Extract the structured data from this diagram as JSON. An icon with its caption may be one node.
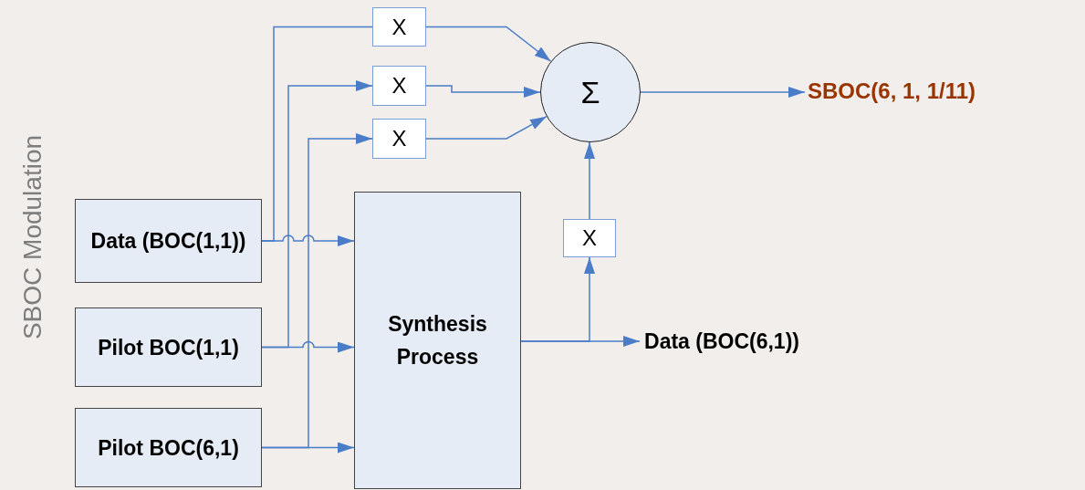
{
  "diagram": {
    "nodes": [
      {
        "text": [
          "Data (BOC(1,1))"
        ]
      },
      {
        "text": [
          "Pilot BOC(1,1)"
        ]
      },
      {
        "text": [
          "Pilot BOC(6,1)"
        ]
      },
      {
        "text": [
          "X"
        ]
      },
      {
        "text": [
          "X"
        ]
      },
      {
        "text": [
          "X"
        ]
      },
      {
        "text": [
          "Σ"
        ]
      },
      {
        "text": [
          "Synthesis Process"
        ]
      },
      {
        "text": [
          "X"
        ]
      },
      {
        "text": [
          "Data (BOC(6,1))"
        ]
      },
      {
        "text": [
          "SBOC(6, 1, 1/11)"
        ]
      }
    ],
    "edges": [
      {
        "from": 0,
        "to": 3,
        "arrow": "none"
      },
      {
        "from": 1,
        "to": 4,
        "arrow": "to"
      },
      {
        "from": 2,
        "to": 5,
        "arrow": "to"
      },
      {
        "from": 0,
        "to": 7,
        "arrow": "to"
      },
      {
        "from": 1,
        "to": 7,
        "arrow": "to"
      },
      {
        "from": 2,
        "to": 7,
        "arrow": "to"
      },
      {
        "from": 3,
        "to": 6,
        "arrow": "to"
      },
      {
        "from": 4,
        "to": 6,
        "arrow": "to"
      },
      {
        "from": 5,
        "to": 6,
        "arrow": "to"
      },
      {
        "from": 7,
        "to": 9,
        "arrow": "to"
      },
      {
        "from": 7,
        "to": 8,
        "arrow": "to"
      },
      {
        "from": 8,
        "to": 6,
        "arrow": "to"
      },
      {
        "from": 6,
        "to": 10,
        "arrow": "to"
      }
    ],
    "labels": [
      "SBOC Modulation"
    ]
  }
}
